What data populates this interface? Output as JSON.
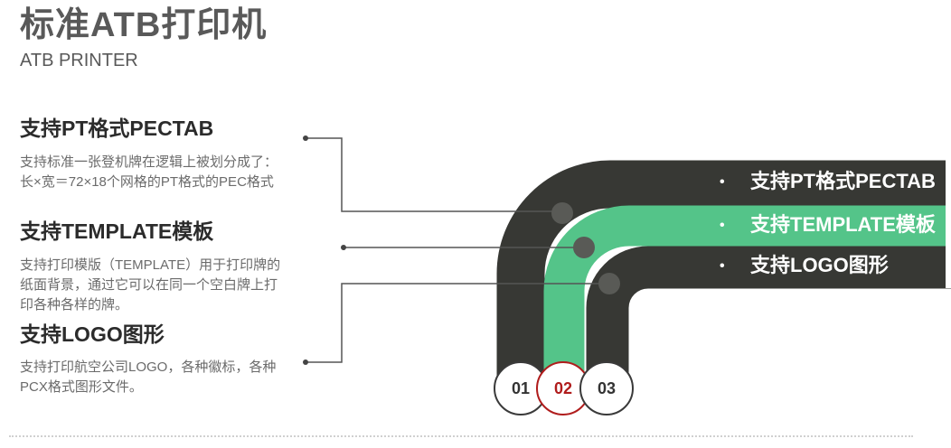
{
  "header": {
    "title": "标准ATB打印机",
    "subtitle": "ATB PRINTER"
  },
  "features": [
    {
      "title": "支持PT格式PECTAB",
      "description": "支持标准一张登机牌在逻辑上被划分成了：长×宽＝72×18个网格的PT格式的PEC格式"
    },
    {
      "title": "支持TEMPLATE模板",
      "description": "支持打印模版（TEMPLATE）用于打印牌的纸面背景，通过它可以在同一个空白牌上打印各种各样的牌。"
    },
    {
      "title": "支持LOGO图形",
      "description": "支持打印航空公司LOGO，各种徽标，各种PCX格式图形文件。"
    }
  ],
  "bands": [
    {
      "bullet": "•",
      "label": "支持PT格式PECTAB",
      "color": "#373834"
    },
    {
      "bullet": "•",
      "label": "支持TEMPLATE模板",
      "color": "#54c489"
    },
    {
      "bullet": "•",
      "label": "支持LOGO图形",
      "color": "#373834"
    }
  ],
  "badges": [
    {
      "label": "01",
      "active": false
    },
    {
      "label": "02",
      "active": true
    },
    {
      "label": "03",
      "active": false
    }
  ],
  "colors": {
    "dark_band": "#373834",
    "green_band": "#54c489",
    "active_badge": "#b01c1c",
    "connector": "#555555"
  }
}
